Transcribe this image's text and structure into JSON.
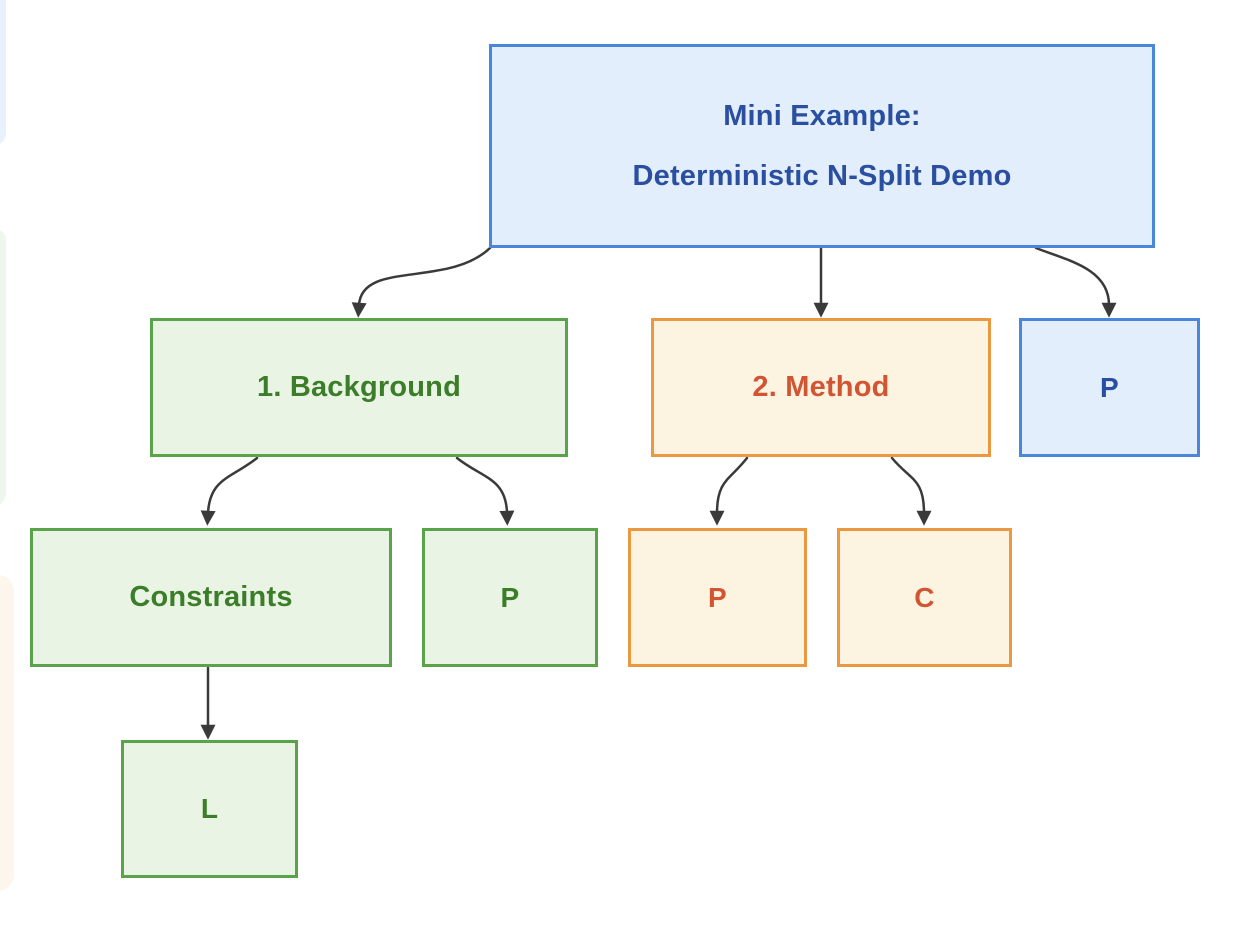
{
  "diagram": {
    "root": {
      "line1": "Mini Example:",
      "line2": "Deterministic N-Split Demo"
    },
    "nodes": {
      "background": {
        "label": "1. Background"
      },
      "method": {
        "label": "2. Method"
      },
      "p_blue": {
        "label": "P"
      },
      "constraints": {
        "label": "Constraints"
      },
      "p_green": {
        "label": "P"
      },
      "p_orange": {
        "label": "P"
      },
      "c_orange": {
        "label": "C"
      },
      "l_green": {
        "label": "L"
      }
    }
  },
  "colors": {
    "blue": {
      "fill": "#e2eefb",
      "border": "#4a86d9",
      "text": "#2a4fa0"
    },
    "green": {
      "fill": "#eaf4e4",
      "border": "#59a34a",
      "text": "#3b7d29"
    },
    "orange": {
      "fill": "#fdf3e1",
      "border": "#eb9940",
      "text": "#d15532"
    },
    "arrow": "#3a3a3a",
    "edge_cards": {
      "blue": "#e8f2fc",
      "green": "#eef7eb",
      "cream": "#fdf6ec"
    }
  }
}
